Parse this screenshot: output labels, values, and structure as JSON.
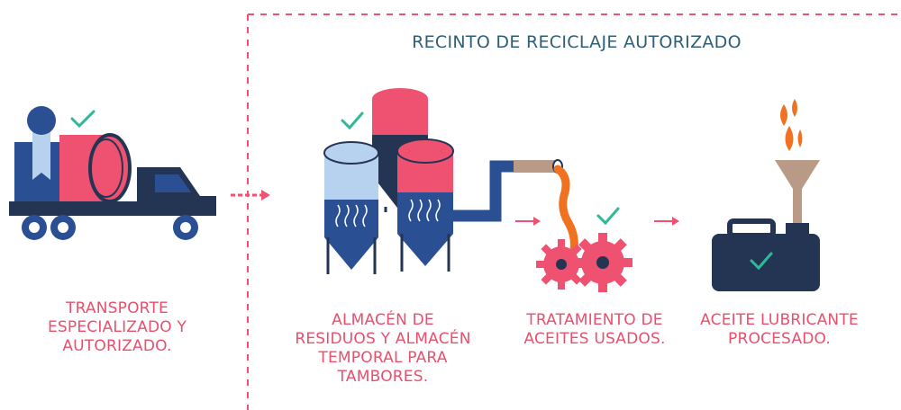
{
  "zone": {
    "title": "RECINTO DE RECICLAJE AUTORIZADO"
  },
  "steps": [
    {
      "label": "TRANSPORTE\nESPECIALIZADO Y\nAUTORIZADO."
    },
    {
      "label": "ALMACÉN DE\nRESIDUOS Y ALMACÉN\nTEMPORAL PARA\nTAMBORES."
    },
    {
      "label": "TRATAMIENTO DE\nACEITES USADOS."
    },
    {
      "label": "ACEITE LUBRICANTE\nPROCESADO."
    }
  ],
  "colors": {
    "pink": "#ee5270",
    "navy": "#243554",
    "blue": "#2b4f93",
    "lightblue": "#b7d2ee",
    "teal": "#2fb999",
    "orange": "#f07221",
    "tan": "#b89a86",
    "dash": "#ee5270",
    "title": "#2d5f78"
  }
}
